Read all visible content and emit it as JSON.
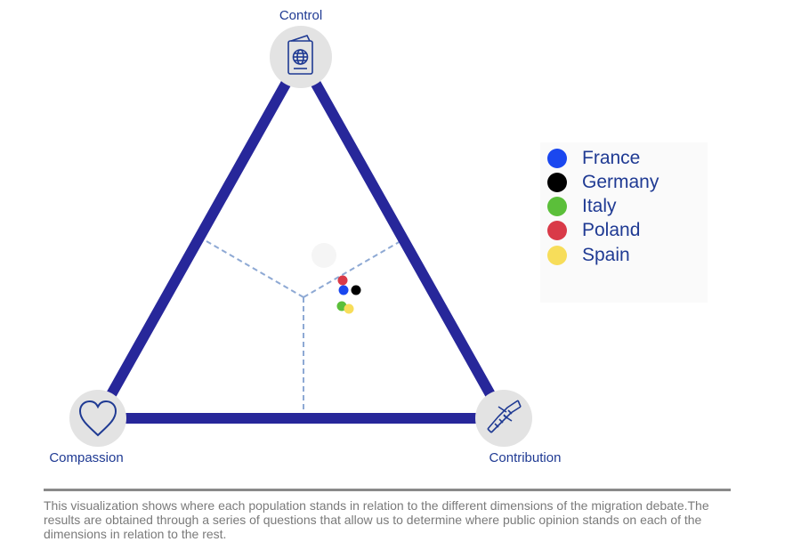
{
  "vertices": {
    "control": {
      "label": "Control",
      "icon": "passport-icon"
    },
    "compassion": {
      "label": "Compassion",
      "icon": "heart-icon"
    },
    "contribution": {
      "label": "Contribution",
      "icon": "handshake-icon"
    }
  },
  "legend": {
    "items": [
      {
        "label": "France",
        "color": "#1a47ef"
      },
      {
        "label": "Germany",
        "color": "#000000"
      },
      {
        "label": "Italy",
        "color": "#5bbf3a"
      },
      {
        "label": "Poland",
        "color": "#d93a48"
      },
      {
        "label": "Spain",
        "color": "#f7dd5a"
      }
    ]
  },
  "colors": {
    "triangle": "#27279a",
    "icon_circle": "#e3e3e3",
    "icon_stroke": "#1f3a93",
    "dashed_lines": "#8ea9d4"
  },
  "caption": "This visualization shows where each population stands in relation to the different dimensions of the migration debate.The results are obtained through a series of questions that allow us to determine where public opinion stands on each of the dimensions in relation to the rest."
}
